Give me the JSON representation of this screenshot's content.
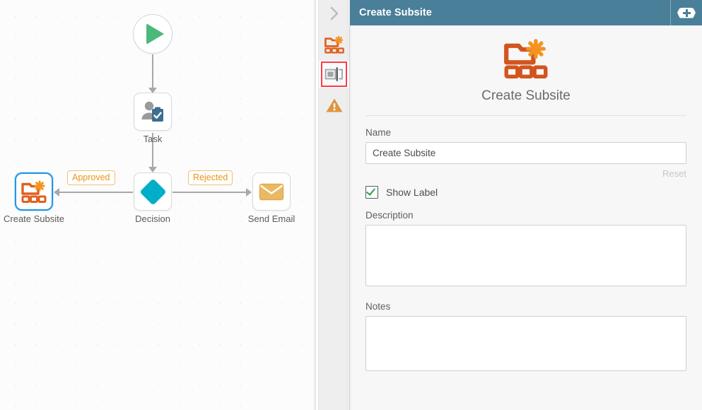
{
  "canvas": {
    "name": "workflow-canvas",
    "nodes": [
      {
        "id": "start",
        "label": "",
        "icon": "play-icon",
        "shape": "circle"
      },
      {
        "id": "task",
        "label": "Task",
        "icon": "user-task-icon",
        "shape": "box"
      },
      {
        "id": "decision",
        "label": "Decision",
        "icon": "diamond-decision-icon",
        "shape": "box"
      },
      {
        "id": "subsite",
        "label": "Create Subsite",
        "icon": "create-subsite-icon",
        "shape": "box",
        "selected": true
      },
      {
        "id": "email",
        "label": "Send Email",
        "icon": "envelope-icon",
        "shape": "box"
      }
    ],
    "edge_labels": {
      "approved": "Approved",
      "rejected": "Rejected"
    }
  },
  "icon_strip": {
    "collapse": {
      "label": "",
      "icon": "chevron-right-icon"
    },
    "items": [
      {
        "icon": "create-subsite-icon",
        "selected": false
      },
      {
        "icon": "panel-layout-icon",
        "selected": true
      },
      {
        "icon": "warning-triangle-icon",
        "selected": false
      }
    ]
  },
  "panel": {
    "title": "Create Subsite",
    "add_icon": "add-plus-badge-icon",
    "hero": {
      "icon": "create-subsite-icon",
      "title": "Create Subsite"
    },
    "fields": {
      "name_label": "Name",
      "name_value": "Create Subsite",
      "name_placeholder": "",
      "reset_label": "Reset",
      "show_label_text": "Show Label",
      "show_label_checked": true,
      "description_label": "Description",
      "description_value": "",
      "description_placeholder": "",
      "notes_label": "Notes",
      "notes_value": "",
      "notes_placeholder": ""
    }
  },
  "colors": {
    "header_teal": "#4a7f99",
    "accent_orange": "#d2551e",
    "accent_orange_light": "#f5931e",
    "selection_blue": "#2196e8",
    "decision_cyan": "#00aec7",
    "start_green": "#4cb97a",
    "highlight_red": "#fb3b4a",
    "edge_label_orange": "#e8941a"
  }
}
